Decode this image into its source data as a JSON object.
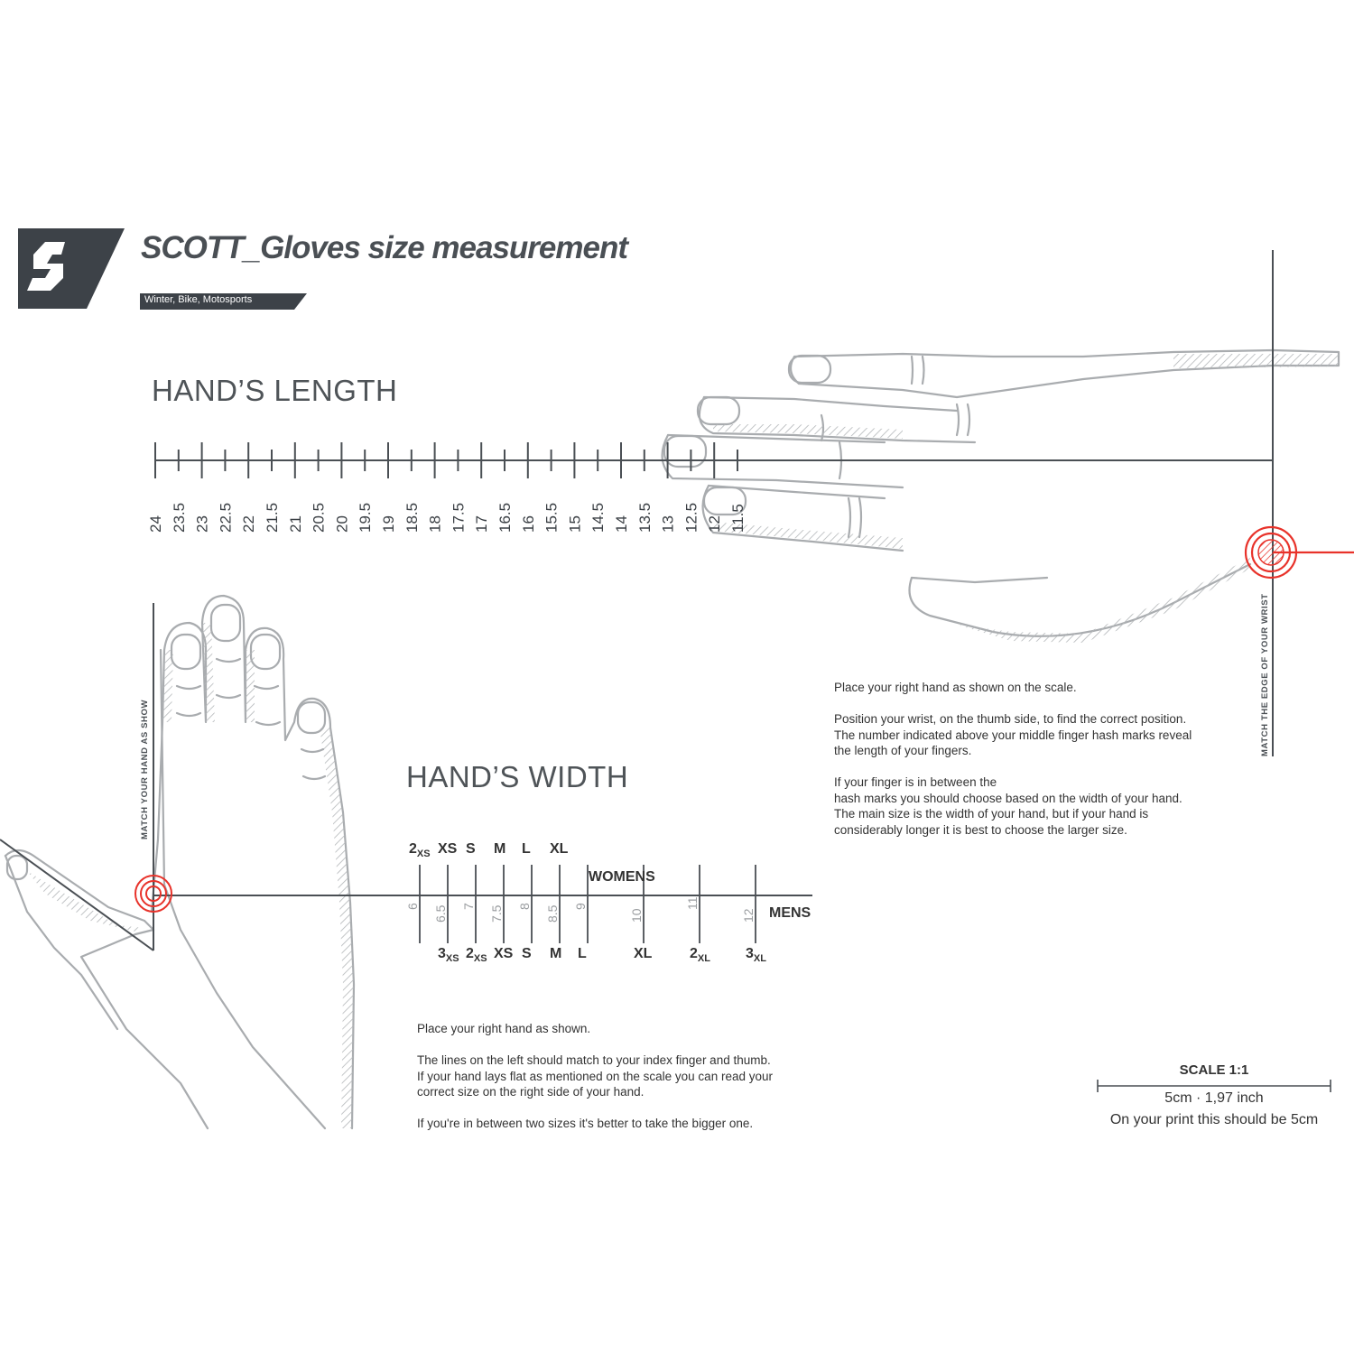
{
  "header": {
    "title": "SCOTT_Gloves size measurement",
    "subtitle": "Winter, Bike, Motosports"
  },
  "length_section": {
    "heading": "HAND’S LENGTH",
    "scale_labels": [
      "24",
      "23.5",
      "23",
      "22.5",
      "22",
      "21.5",
      "21",
      "20.5",
      "20",
      "19.5",
      "19",
      "18.5",
      "18",
      "17.5",
      "17",
      "16.5",
      "16",
      "15.5",
      "15",
      "14.5",
      "14",
      "13.5",
      "13",
      "12.5",
      "12",
      "11.5"
    ],
    "wrist_label": "MATCH THE EDGE OF YOUR WRIST",
    "instructions": "Place your right hand as shown on the scale.\n\nPosition your wrist, on the thumb side, to find the correct position.\nThe number indicated above your middle finger hash marks reveal\nthe length of your fingers.\n\nIf your finger is in between the\nhash marks you should choose based on the width of your hand.\nThe main size is the width of your hand, but if your hand is\nconsiderably longer it is best to choose the larger size."
  },
  "width_section": {
    "heading": "HAND’S WIDTH",
    "side_label": "MATCH YOUR HAND AS SHOW",
    "womens_label": "WOMENS",
    "mens_label": "MENS",
    "womens_sizes": [
      {
        "base": "2",
        "sub": "XS"
      },
      {
        "base": "XS",
        "sub": ""
      },
      {
        "base": "S",
        "sub": ""
      },
      {
        "base": "M",
        "sub": ""
      },
      {
        "base": "L",
        "sub": ""
      },
      {
        "base": "XL",
        "sub": ""
      }
    ],
    "scale_numbers": [
      "6",
      "6.5",
      "7",
      "7.5",
      "8",
      "8.5",
      "9",
      "10",
      "11",
      "12"
    ],
    "mens_sizes": [
      {
        "base": "3",
        "sub": "XS"
      },
      {
        "base": "2",
        "sub": "XS"
      },
      {
        "base": "XS",
        "sub": ""
      },
      {
        "base": "S",
        "sub": ""
      },
      {
        "base": "M",
        "sub": ""
      },
      {
        "base": "L",
        "sub": ""
      },
      {
        "base": "XL",
        "sub": ""
      },
      {
        "base": "2",
        "sub": "XL"
      },
      {
        "base": "3",
        "sub": "XL"
      }
    ],
    "instructions": "Place your right hand as shown.\n\nThe lines on the left should match to your index finger and thumb.\nIf your hand lays flat as mentioned on the scale you can read your\ncorrect size on the right side of your hand.\n\nIf you're in between two sizes it's better to take the bigger one."
  },
  "scale_note": {
    "title": "SCALE 1:1",
    "line1": "5cm · 1,97 inch",
    "line2": "On your print this should be 5cm"
  },
  "colors": {
    "logo_bg": "#3d4248",
    "accent_red": "#e8322a",
    "line": "#4a4f54",
    "sketch": "#a9acaf"
  }
}
